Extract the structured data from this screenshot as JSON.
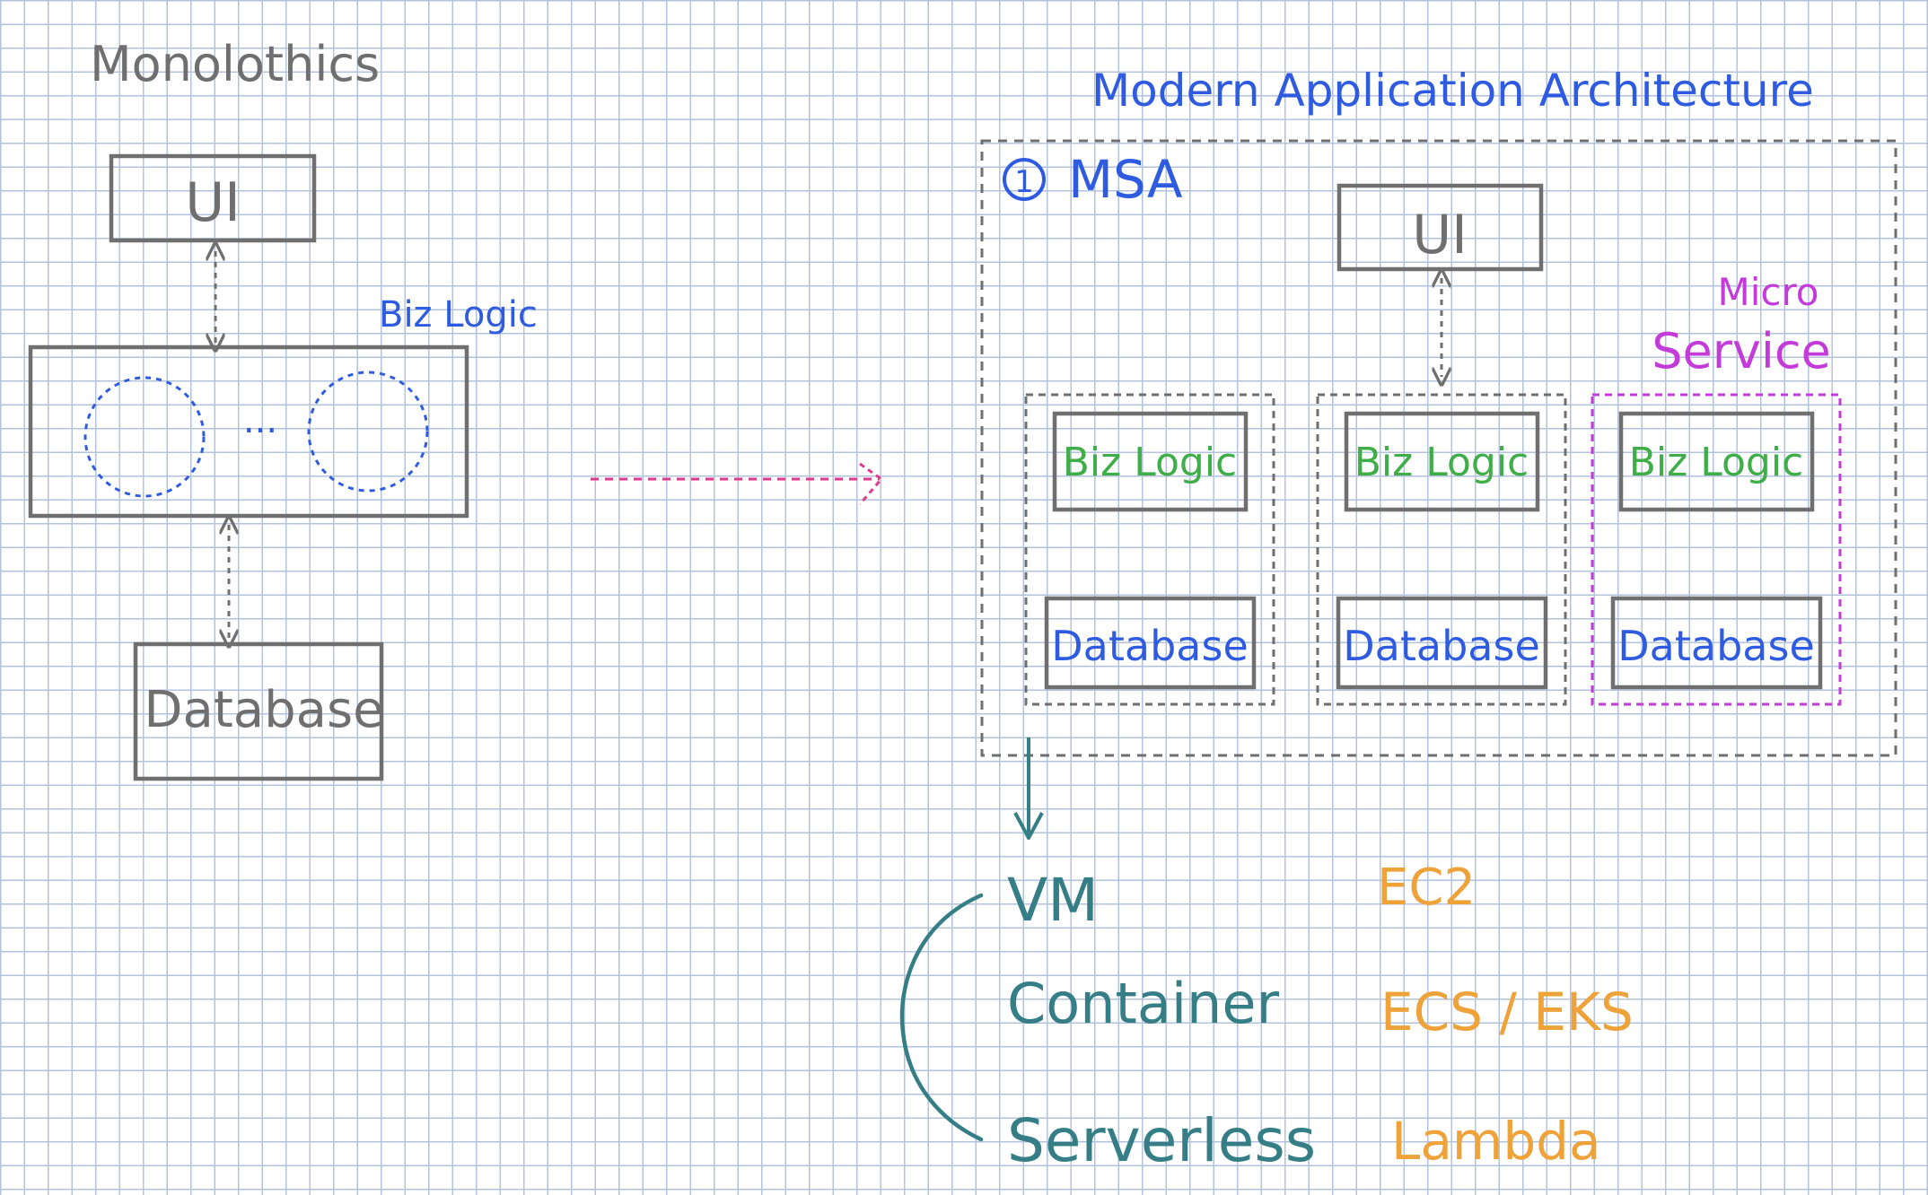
{
  "colors": {
    "gray": "#6f6f6f",
    "blue": "#2f5be0",
    "green": "#3fae48",
    "purple": "#c33bd9",
    "teal": "#357e86",
    "orange": "#eea23a",
    "pink": "#e03a8a"
  },
  "monolithic": {
    "title": "Monolothics",
    "ui": "UI",
    "biz_logic": "Biz Logic",
    "ellipsis": "...",
    "database": "Database"
  },
  "modern": {
    "title": "Modern Application Architecture",
    "msa_number": "1",
    "msa_label": "MSA",
    "ui": "UI",
    "micro_service": [
      "Micro",
      "Service"
    ],
    "services": [
      {
        "biz": "Biz Logic",
        "db": "Database"
      },
      {
        "biz": "Biz Logic",
        "db": "Database"
      },
      {
        "biz": "Biz Logic",
        "db": "Database"
      }
    ]
  },
  "compute": {
    "rows": [
      {
        "type": "VM",
        "service": "EC2"
      },
      {
        "type": "Container",
        "service": "ECS / EKS"
      },
      {
        "type": "Serverless",
        "service": "Lambda"
      }
    ]
  }
}
